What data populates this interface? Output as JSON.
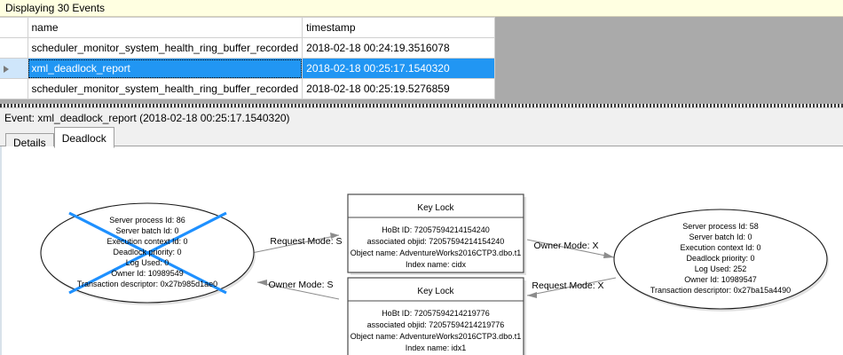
{
  "banner": {
    "text": "Displaying 30 Events"
  },
  "grid": {
    "columns": [
      "",
      "name",
      "timestamp"
    ],
    "rows": [
      {
        "selected": false,
        "indicator": "",
        "name": "scheduler_monitor_system_health_ring_buffer_recorded",
        "timestamp": "2018-02-18 00:24:19.3516078"
      },
      {
        "selected": true,
        "indicator": "row-arrow-icon",
        "name": "xml_deadlock_report",
        "timestamp": "2018-02-18 00:25:17.1540320"
      },
      {
        "selected": false,
        "indicator": "",
        "name": "scheduler_monitor_system_health_ring_buffer_recorded",
        "timestamp": "2018-02-18 00:25:19.5276859"
      }
    ]
  },
  "event_header": {
    "text": "Event: xml_deadlock_report (2018-02-18 00:25:17.1540320)"
  },
  "tabs": [
    {
      "label": "Details",
      "active": false
    },
    {
      "label": "Deadlock",
      "active": true
    }
  ],
  "deadlock": {
    "process_left": {
      "lines": [
        "Server process Id: 86",
        "Server batch Id: 0",
        "Execution context Id: 0",
        "Deadlock priority: 0",
        "Log Used: 0",
        "Owner Id: 10989549",
        "Transaction descriptor: 0x27b985d1ae0"
      ],
      "is_victim": true
    },
    "process_right": {
      "lines": [
        "Server process Id: 58",
        "Server batch Id: 0",
        "Execution context Id: 0",
        "Deadlock priority: 0",
        "Log Used: 252",
        "Owner Id: 10989547",
        "Transaction descriptor: 0x27ba15a4490"
      ],
      "is_victim": false
    },
    "resource_top": {
      "title": "Key Lock",
      "lines": [
        "HoBt ID: 72057594214154240",
        "associated objid: 72057594214154240",
        "Object name: AdventureWorks2016CTP3.dbo.t1",
        "Index name: cidx"
      ]
    },
    "resource_bottom": {
      "title": "Key Lock",
      "lines": [
        "HoBt ID: 72057594214219776",
        "associated objid: 72057594214219776",
        "Object name: AdventureWorks2016CTP3.dbo.t1",
        "Index name: idx1"
      ]
    },
    "edges": {
      "left_to_top": "Request Mode: S",
      "top_to_right": "Owner Mode: X",
      "bottom_to_left": "Owner Mode: S",
      "right_to_bottom": "Request Mode: X"
    },
    "colors": {
      "victim_x": "#1e90ff",
      "edge": "#8c8c8c",
      "selection": "#2196f3",
      "banner_bg": "#ffffe1",
      "grid_bg": "#aaaaaa"
    }
  }
}
